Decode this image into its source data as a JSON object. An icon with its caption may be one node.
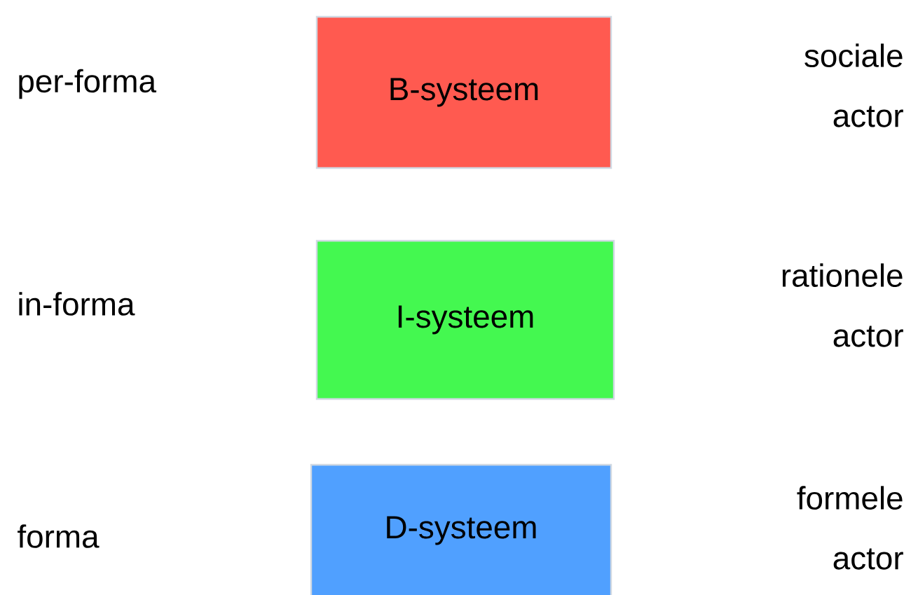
{
  "diagram": {
    "nodes": [
      {
        "text": [
          "B-systeem"
        ]
      },
      {
        "text": [
          "I-systeem"
        ]
      },
      {
        "text": [
          "D-systeem"
        ]
      }
    ],
    "labels": [
      "per-forma",
      "sociale actor",
      "in-forma",
      "rationele actor",
      "forma",
      "formele actor"
    ]
  }
}
